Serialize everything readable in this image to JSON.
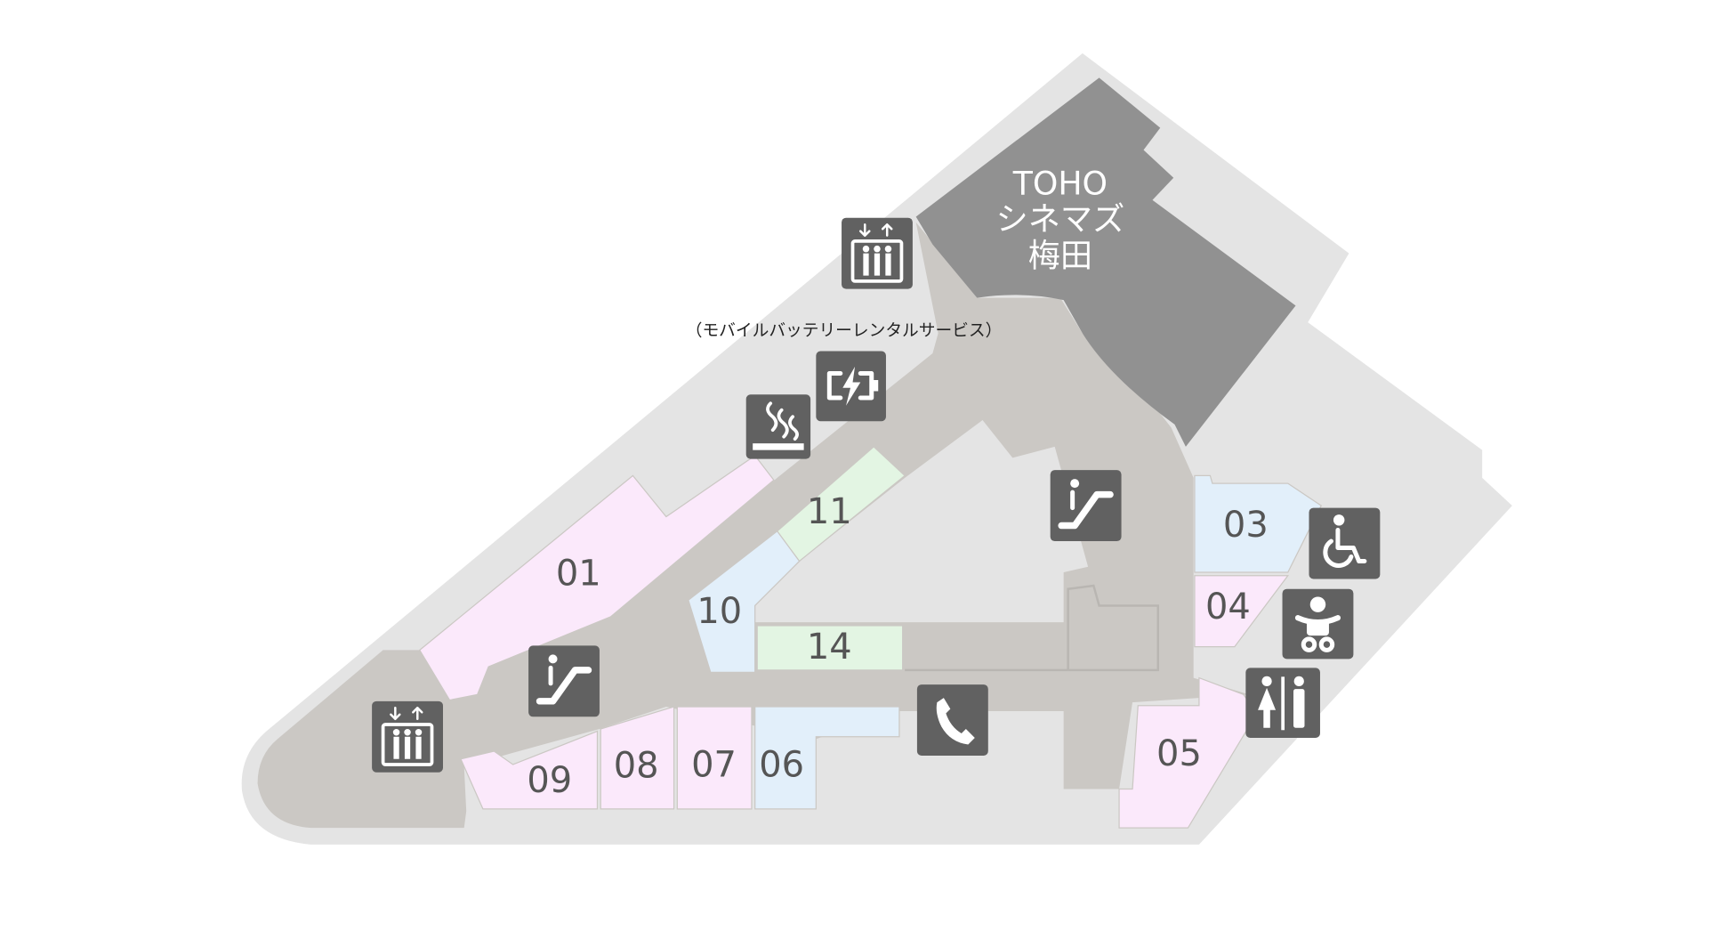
{
  "map": {
    "cinema": {
      "line1": "TOHO",
      "line2": "シネマズ",
      "line3": "梅田"
    },
    "battery_note": "（モバイルバッテリーレンタルサービス）",
    "shops": {
      "s01": "01",
      "s03": "03",
      "s04": "04",
      "s05": "05",
      "s06": "06",
      "s07": "07",
      "s08": "08",
      "s09": "09",
      "s10": "10",
      "s11": "11",
      "s14": "14"
    },
    "facilities": [
      "elevator-icon",
      "battery-charging-icon",
      "smoking-area-icon",
      "escalator-icon",
      "phone-icon",
      "wheelchair-icon",
      "baby-care-icon",
      "restroom-icon"
    ],
    "colors": {
      "outer": "#e4e4e4",
      "corridor": "#cbc8c4",
      "cinema": "#919191",
      "pink": "#fbe9fb",
      "blue": "#e2effa",
      "green": "#e3f5e3",
      "icon": "#616161"
    }
  }
}
